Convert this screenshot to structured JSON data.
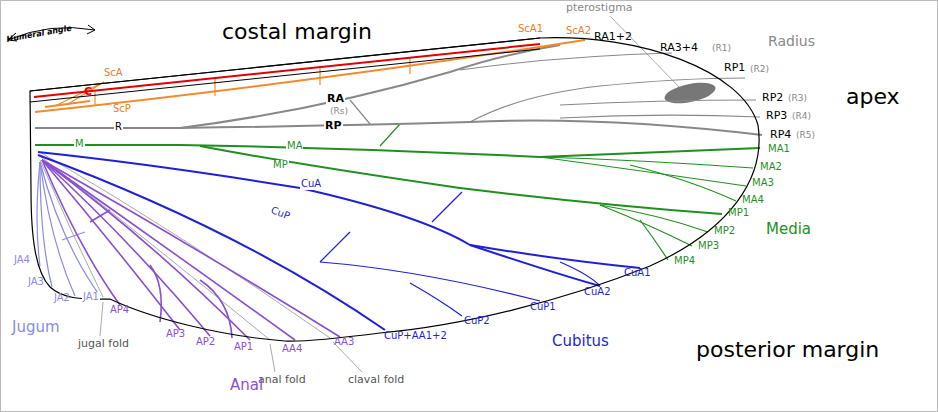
{
  "diagram": {
    "labels": [
      "Humeral angle",
      "costal margin",
      "pterostigma",
      "ScA",
      "C",
      "ScP",
      "ScA1",
      "ScA2",
      "RA1+2",
      "RA3+4",
      "(R1)",
      "Radius",
      "RP1",
      "(R2)",
      "RP2",
      "(R3)",
      "RP3",
      "(R4)",
      "RP4",
      "(R5)",
      "apex",
      "R",
      "RA",
      "(Rs)",
      "RP",
      "M",
      "MA",
      "MP",
      "CuA",
      "CuP",
      "MA1",
      "MA2",
      "MA3",
      "MA4",
      "MP1",
      "MP2",
      "MP3",
      "MP4",
      "Media",
      "CuA1",
      "CuA2",
      "CuP1",
      "CuP2",
      "CuP+AA1+2",
      "Cubitus",
      "posterior margin",
      "JA4",
      "JA3",
      "JA2",
      "JA1",
      "Jugum",
      "AP4",
      "jugal fold",
      "AP3",
      "AP2",
      "AP1",
      "AA4",
      "AA3",
      "anal fold",
      "claval fold",
      "Anal"
    ]
  }
}
